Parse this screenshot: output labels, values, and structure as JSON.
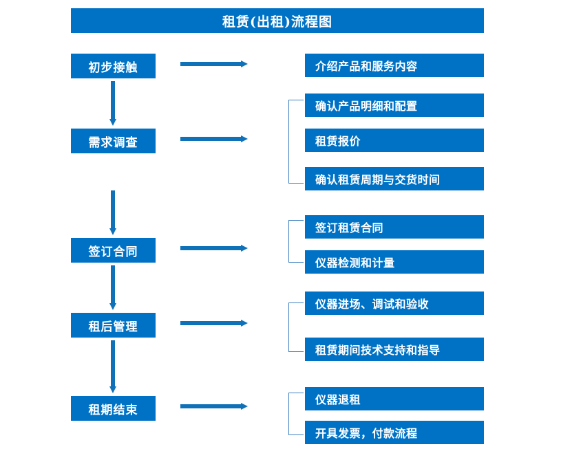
{
  "diagram": {
    "title": "租赁(出租)流程图",
    "accent_color": "#0072C6",
    "arrow_color": "#0F71B8",
    "bracket_color": "#3C7FC1",
    "stages": [
      {
        "id": "stage-1",
        "label": "初步接触",
        "details": [
          "介绍产品和服务内容"
        ]
      },
      {
        "id": "stage-2",
        "label": "需求调查",
        "details": [
          "确认产品明细和配置",
          "租赁报价",
          "确认租赁周期与交货时间"
        ]
      },
      {
        "id": "stage-3",
        "label": "签订合同",
        "details": [
          "签订租赁合同",
          "仪器检测和计量"
        ]
      },
      {
        "id": "stage-4",
        "label": "租后管理",
        "details": [
          "仪器进场、调试和验收",
          "租赁期间技术支持和指导"
        ]
      },
      {
        "id": "stage-5",
        "label": "租期结束",
        "details": [
          "仪器退租",
          "开具发票，付款流程"
        ]
      }
    ]
  }
}
